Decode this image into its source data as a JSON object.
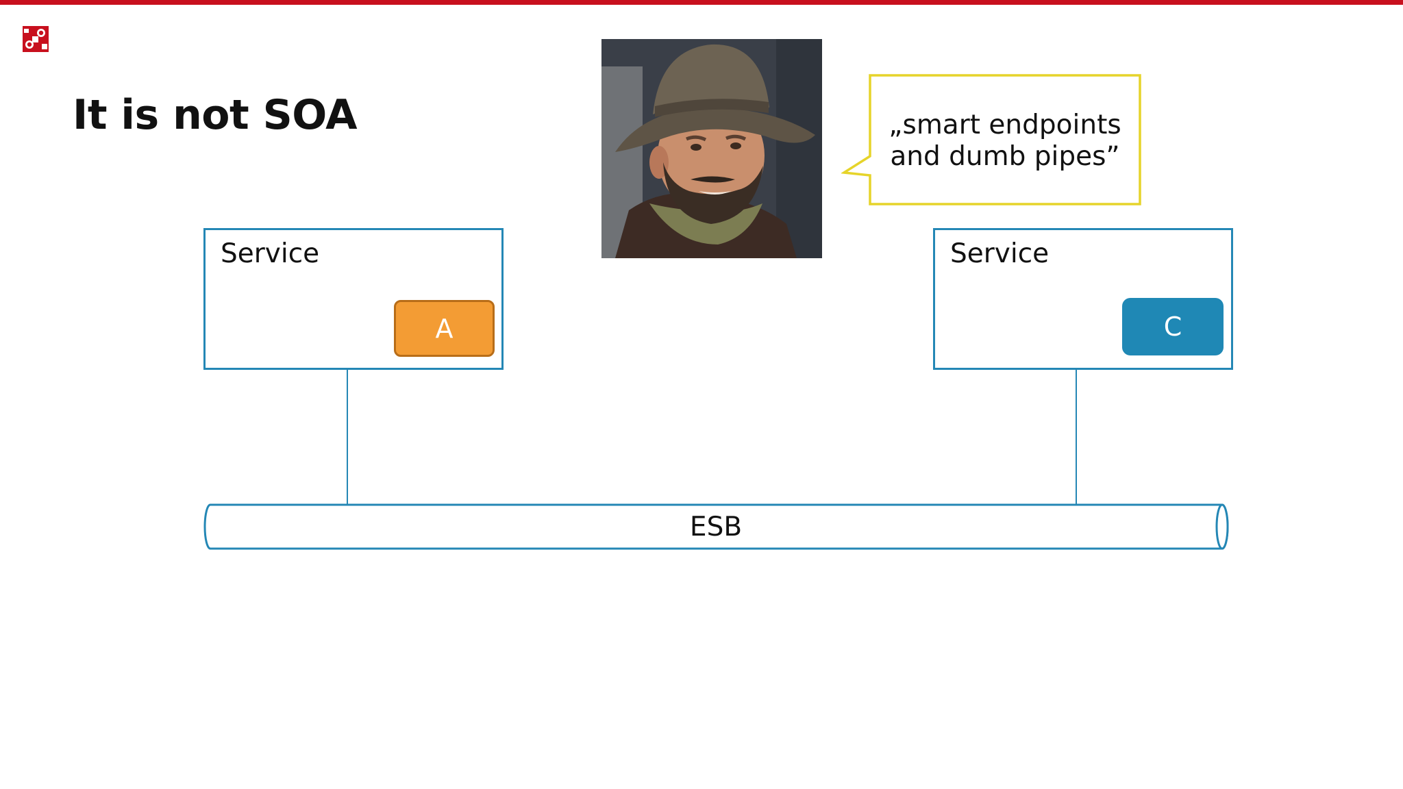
{
  "slide": {
    "title": "It is not SOA",
    "quote_line1": "„smart endpoints",
    "quote_line2": "and dumb pipes”"
  },
  "services": [
    {
      "label": "Service",
      "badge": "A",
      "badge_color": "#f39c34"
    },
    {
      "label": "Service",
      "badge": "C",
      "badge_color": "#1f88b5"
    }
  ],
  "bus": {
    "label": "ESB"
  },
  "colors": {
    "accent_red": "#c8101e",
    "line_blue": "#2487b5",
    "bubble_yellow": "#e6d42a"
  }
}
